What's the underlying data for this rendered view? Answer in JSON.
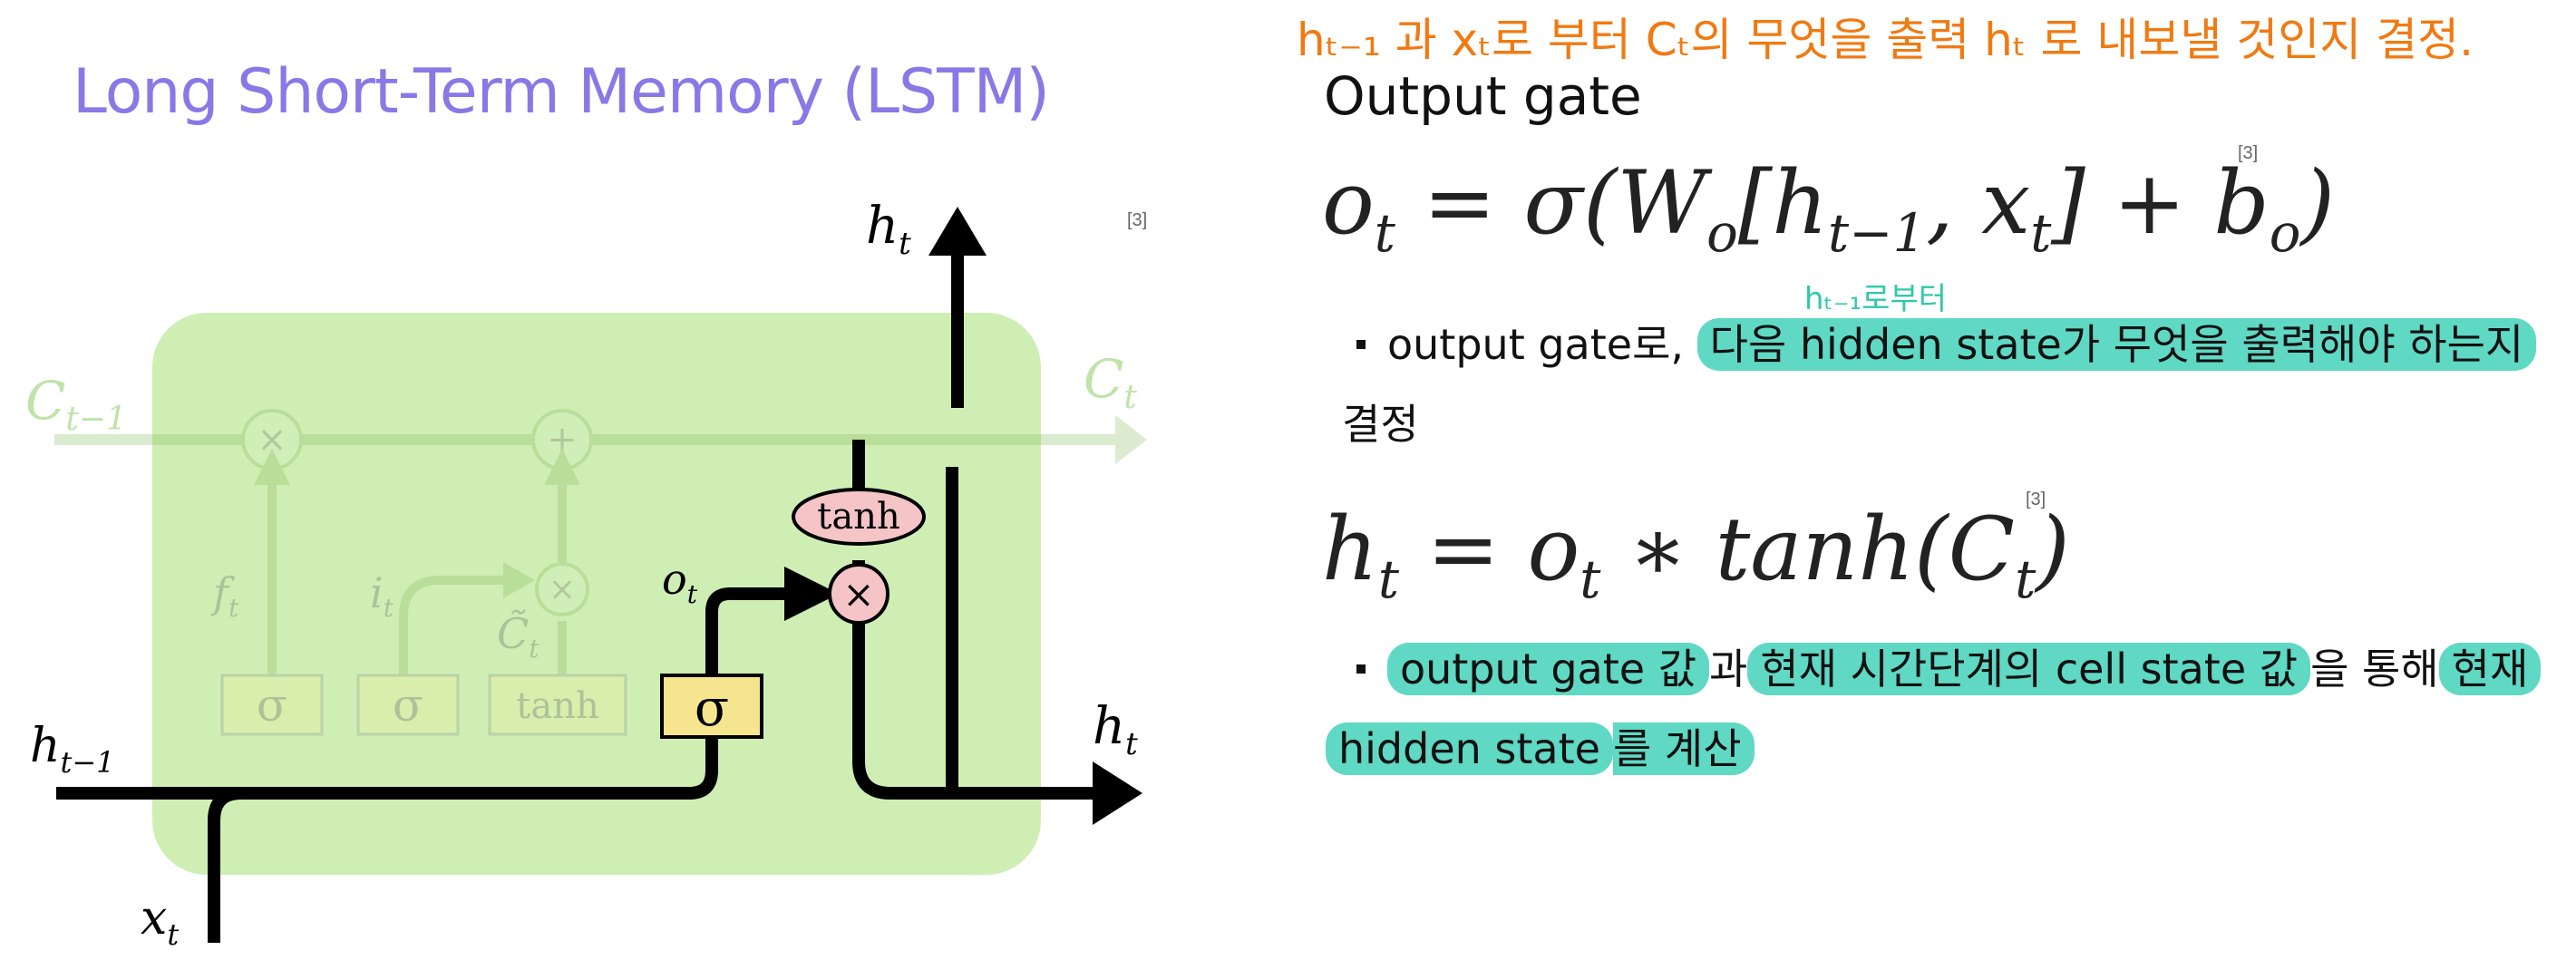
{
  "slide": {
    "title": "Long Short-Term Memory (LSTM)",
    "ref_diagram": "[3]",
    "ref_formula1": "[3]",
    "ref_formula2": "[3]"
  },
  "handwritten": {
    "top_note": "hₜ₋₁ 과 xₜ로 부터 Cₜ의 무엇을 출력 hₜ 로 내보낼 것인지 결정.",
    "small_note": "hₜ₋₁로부터"
  },
  "section": {
    "heading": "Output gate",
    "formula1": {
      "o": "o",
      "o_sub": "t",
      "eq": "= σ(W",
      "w_sub": "o",
      "mid": "[h",
      "h_sub": "t−1",
      "comma": ", x",
      "x_sub": "t",
      "end": "] + b",
      "b_sub": "o",
      "close": ")"
    },
    "bullet1_prefix": "output gate로,",
    "bullet1_highlight": "다음 hidden state가 무엇을 출력해야 하는지",
    "bullet1_cont": "결정",
    "formula2": {
      "h": "h",
      "h_sub": "t",
      "eq": "= o",
      "o_sub": "t",
      "mid": "∗ tanh(C",
      "c_sub": "t",
      "close": ")"
    },
    "bullet2_hl1": "output gate 값",
    "bullet2_t1": "과",
    "bullet2_hl2": "현재 시간단계의 cell state 값",
    "bullet2_t2": "을 통해",
    "bullet2_hl3": "현재",
    "bullet2_hl4": "hidden state",
    "bullet2_t3": "를 계산"
  },
  "diagram": {
    "labels": {
      "c_prev": "C",
      "c_prev_sub": "t−1",
      "c_next": "C",
      "c_next_sub": "t",
      "h_prev": "h",
      "h_prev_sub": "t−1",
      "h_out_top": "h",
      "h_out_top_sub": "t",
      "h_out_right": "h",
      "h_out_right_sub": "t",
      "x_in": "x",
      "x_in_sub": "t",
      "f": "f",
      "f_sub": "t",
      "i": "i",
      "i_sub": "t",
      "c_tilde": "C̃",
      "c_tilde_sub": "t",
      "o": "o",
      "o_sub": "t",
      "sigma": "σ",
      "tanh": "tanh",
      "mul": "×",
      "add": "+"
    }
  }
}
